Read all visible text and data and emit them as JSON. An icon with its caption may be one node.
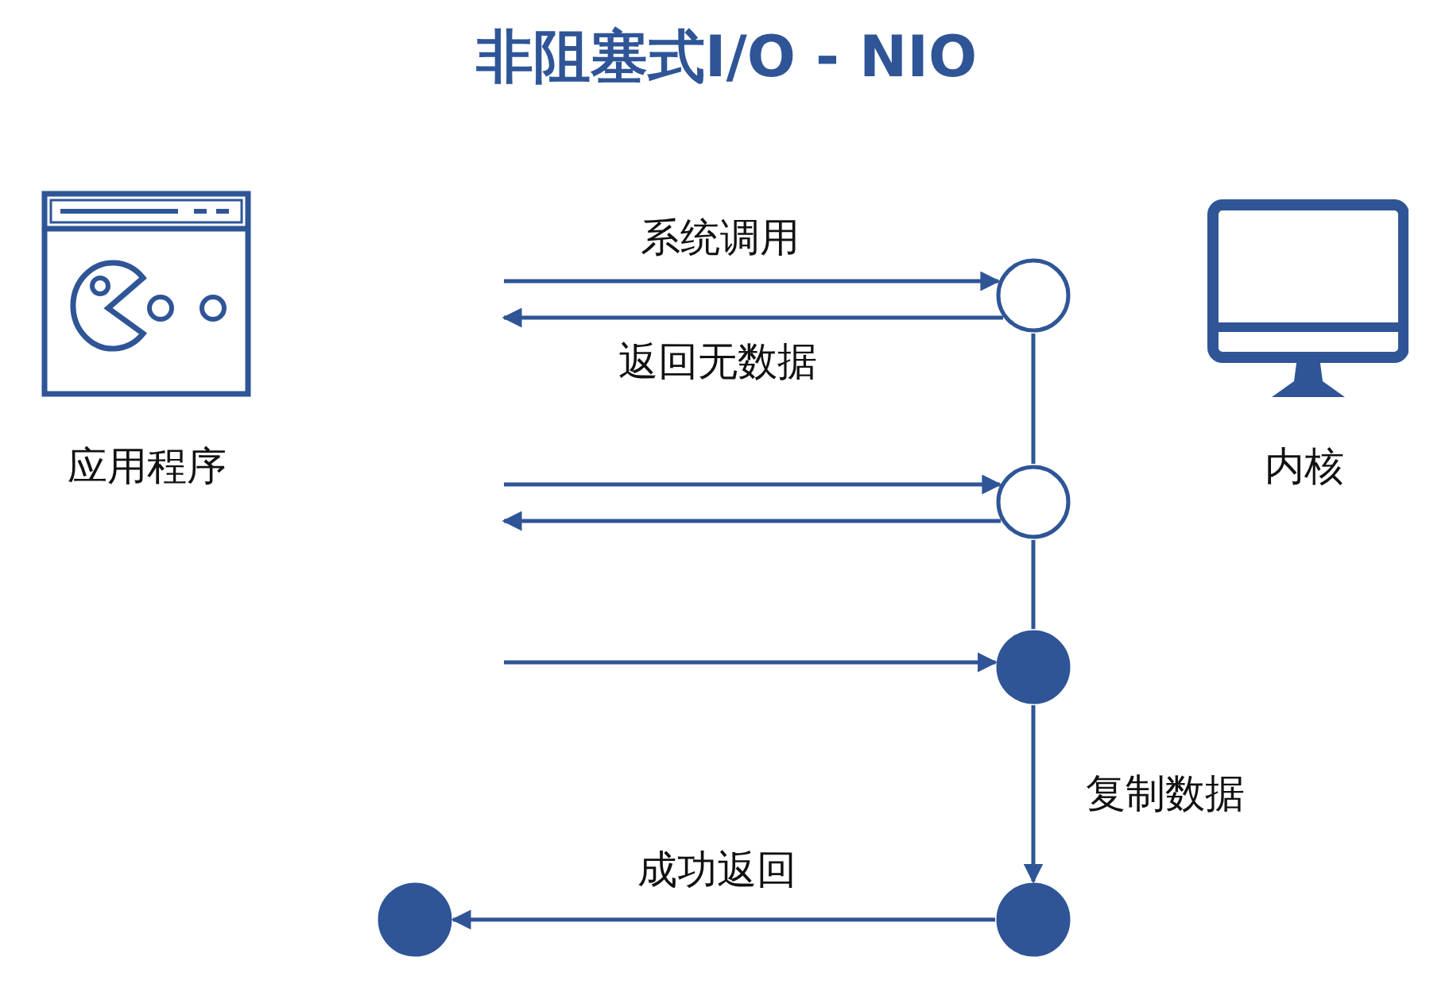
{
  "diagram": {
    "title": "非阻塞式I/O - NIO",
    "nodes": [
      {
        "text": [
          "应用程序"
        ]
      },
      {
        "text": [
          "内核"
        ]
      },
      {
        "text": [],
        "shape": "circle"
      },
      {
        "text": [],
        "shape": "circle"
      },
      {
        "text": [],
        "shape": "circle"
      },
      {
        "text": [],
        "shape": "circle"
      },
      {
        "text": [],
        "shape": "circle"
      }
    ],
    "edges": [
      {
        "from": null,
        "to": 2,
        "arrow": "to",
        "label": "系统调用"
      },
      {
        "from": 2,
        "to": null,
        "arrow": "to",
        "label": "返回无数据"
      },
      {
        "from": 2,
        "to": 3,
        "arrow": "none"
      },
      {
        "from": null,
        "to": 3,
        "arrow": "to"
      },
      {
        "from": 3,
        "to": null,
        "arrow": "to"
      },
      {
        "from": 3,
        "to": 4,
        "arrow": "none"
      },
      {
        "from": null,
        "to": 4,
        "arrow": "to"
      },
      {
        "from": 4,
        "to": 5,
        "arrow": "to",
        "label": "复制数据"
      },
      {
        "from": 5,
        "to": 6,
        "arrow": "to",
        "label": "成功返回"
      }
    ]
  }
}
